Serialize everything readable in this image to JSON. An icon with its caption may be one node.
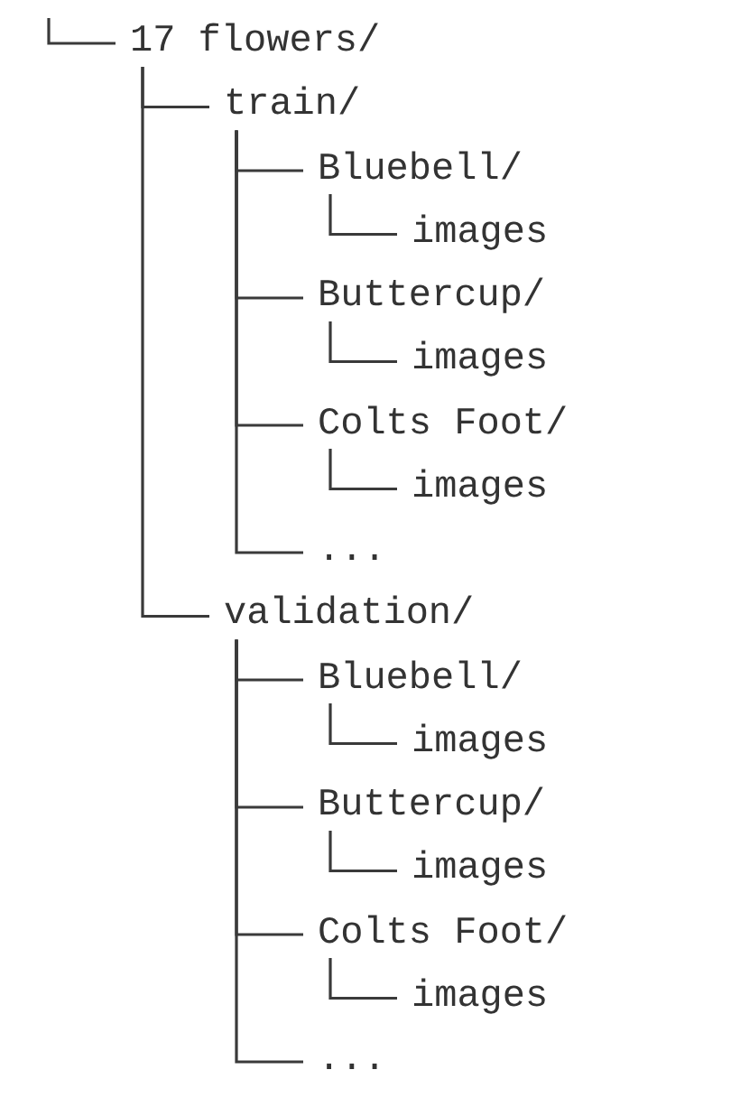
{
  "diagram": {
    "nodes": [
      {
        "text": [
          "17 flowers/"
        ]
      },
      {
        "text": [
          "train/"
        ]
      },
      {
        "text": [
          "Bluebell/"
        ]
      },
      {
        "text": [
          "images"
        ]
      },
      {
        "text": [
          "Buttercup/"
        ]
      },
      {
        "text": [
          "images"
        ]
      },
      {
        "text": [
          "Colts Foot/"
        ]
      },
      {
        "text": [
          "images"
        ]
      },
      {
        "text": [
          "..."
        ]
      },
      {
        "text": [
          "validation/"
        ]
      },
      {
        "text": [
          "Bluebell/"
        ]
      },
      {
        "text": [
          "images"
        ]
      },
      {
        "text": [
          "Buttercup/"
        ]
      },
      {
        "text": [
          "images"
        ]
      },
      {
        "text": [
          "Colts Foot/"
        ]
      },
      {
        "text": [
          "images"
        ]
      },
      {
        "text": [
          "..."
        ]
      }
    ],
    "edges": [
      {
        "from": null,
        "to": 0,
        "arrow": "none"
      },
      {
        "from": 0,
        "to": 1,
        "arrow": "none"
      },
      {
        "from": 1,
        "to": 2,
        "arrow": "none"
      },
      {
        "from": 2,
        "to": 3,
        "arrow": "none"
      },
      {
        "from": 1,
        "to": 4,
        "arrow": "none"
      },
      {
        "from": 4,
        "to": 5,
        "arrow": "none"
      },
      {
        "from": 1,
        "to": 6,
        "arrow": "none"
      },
      {
        "from": 6,
        "to": 7,
        "arrow": "none"
      },
      {
        "from": 1,
        "to": 8,
        "arrow": "none"
      },
      {
        "from": 0,
        "to": 9,
        "arrow": "none"
      },
      {
        "from": 9,
        "to": 10,
        "arrow": "none"
      },
      {
        "from": 10,
        "to": 11,
        "arrow": "none"
      },
      {
        "from": 9,
        "to": 12,
        "arrow": "none"
      },
      {
        "from": 12,
        "to": 13,
        "arrow": "none"
      },
      {
        "from": 9,
        "to": 14,
        "arrow": "none"
      },
      {
        "from": 14,
        "to": 15,
        "arrow": "none"
      },
      {
        "from": 9,
        "to": 16,
        "arrow": "none"
      }
    ]
  }
}
